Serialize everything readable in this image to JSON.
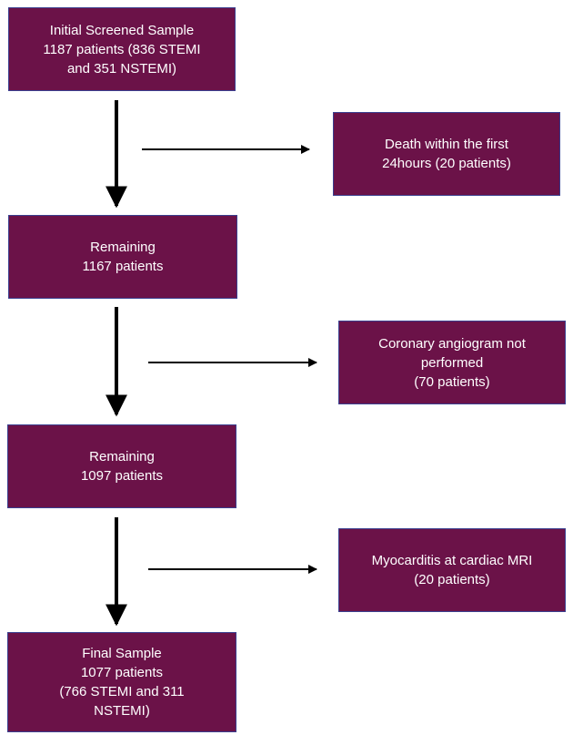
{
  "boxes": {
    "initial": {
      "lines": [
        "Initial Screened Sample",
        "1187 patients (836 STEMI",
        "and 351 NSTEMI)"
      ]
    },
    "exclusion_1": {
      "lines": [
        "Death within the first",
        "24hours (20 patients)"
      ]
    },
    "remaining_1": {
      "lines": [
        "Remaining",
        "1167 patients"
      ]
    },
    "exclusion_2": {
      "lines": [
        "Coronary angiogram not",
        "performed",
        "(70 patients)"
      ]
    },
    "remaining_2": {
      "lines": [
        "Remaining",
        "1097 patients"
      ]
    },
    "exclusion_3": {
      "lines": [
        "Myocarditis at cardiac MRI",
        "(20 patients)"
      ]
    },
    "final": {
      "lines": [
        "Final Sample",
        "1077 patients",
        "(766 STEMI and 311",
        "NSTEMI)"
      ]
    }
  },
  "colors": {
    "box_fill": "#6b1248",
    "box_border": "#3a3f8f",
    "text": "#ffffff",
    "arrow": "#000000"
  }
}
